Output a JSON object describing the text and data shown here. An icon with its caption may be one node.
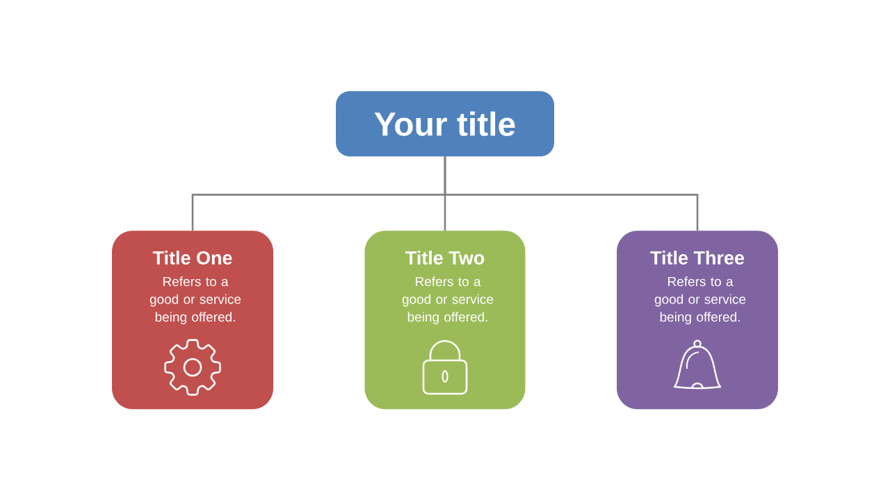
{
  "diagram": {
    "nodes": [
      {
        "text": [
          "Your title"
        ]
      },
      {
        "text": [
          "Title One",
          "Refers to a good or service being offered."
        ]
      },
      {
        "text": [
          "Title Two",
          "Refers to a good or service being offered."
        ]
      },
      {
        "text": [
          "Title Three",
          "Refers to a good or service being offered."
        ]
      }
    ],
    "edges": [
      {
        "from": 0,
        "to": 1,
        "arrow": "none"
      },
      {
        "from": 0,
        "to": 2,
        "arrow": "none"
      },
      {
        "from": 0,
        "to": 3,
        "arrow": "none"
      }
    ]
  }
}
